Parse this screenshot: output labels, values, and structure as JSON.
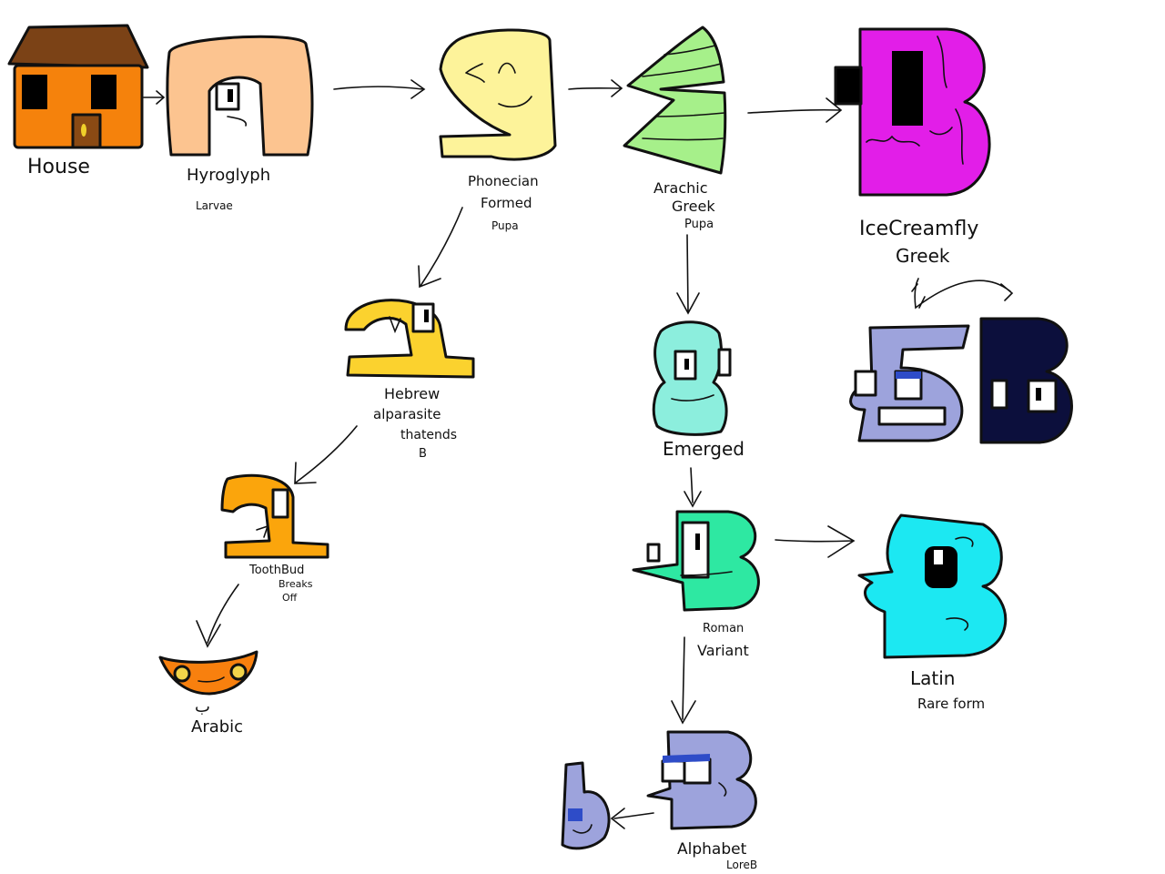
{
  "nodes": {
    "house": {
      "label": "House",
      "color": "#f5820c",
      "roof": "#7b4216",
      "door": "#8a4a14"
    },
    "hyroglyph": {
      "label": "Hyroglyph",
      "sub": "Larvae",
      "color": "#fcc490"
    },
    "phonecian": {
      "line1": "Phonecian",
      "line2": "Formed",
      "line3": "Pupa",
      "color": "#fdf39a"
    },
    "arachic_greek": {
      "line1": "Arachic",
      "line2": "Greek",
      "line3": "Pupa",
      "color": "#a6f08a"
    },
    "icecreamfly": {
      "line1": "IceCreamfly",
      "line2": "Greek",
      "color": "#e21ee8"
    },
    "greek_cyrillic": {
      "color": "#9da3dc"
    },
    "greek_dark": {
      "color": "#0c0f3c"
    },
    "hebrew": {
      "line1": "Hebrew",
      "line2": "alparasite",
      "line3": "thatends",
      "line4": "B",
      "color": "#fbd22e"
    },
    "emerged": {
      "label": "Emerged",
      "color": "#8ceedd"
    },
    "toothbud": {
      "line1": "ToothBud",
      "line2": "Breaks",
      "line3": "Off",
      "color": "#fba50c"
    },
    "roman": {
      "line1": "Roman",
      "line2": "Variant",
      "color": "#2ee8a2"
    },
    "latin": {
      "line1": "Latin",
      "line2": "Rare form",
      "color": "#1ce8f2"
    },
    "arabic": {
      "label": "Arabic",
      "glyph": "ب",
      "color": "#f8800e"
    },
    "alphabet": {
      "line1": "Alphabet",
      "line2": "LoreB",
      "color": "#9da3dc"
    },
    "small_b": {
      "color": "#9da3dc"
    }
  },
  "colors": {
    "eye_white": "#ffffff",
    "eye_black": "#000000",
    "eye_lid": "#2e4cc8"
  }
}
